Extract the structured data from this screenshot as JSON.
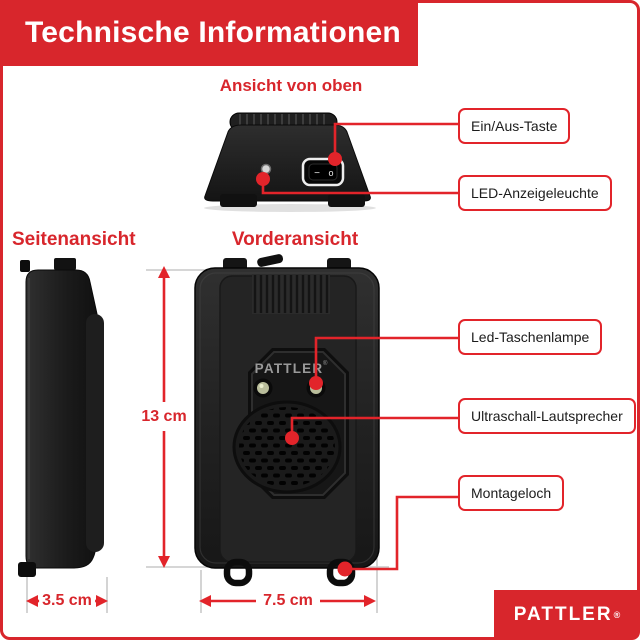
{
  "header": {
    "title": "Technische Informationen"
  },
  "views": {
    "top": {
      "heading": "Ansicht von oben"
    },
    "side": {
      "heading": "Seitenansicht"
    },
    "front": {
      "heading": "Vorderansicht"
    }
  },
  "callouts": {
    "power": "Ein/Aus-Taste",
    "led_indicator": "LED-Anzeigeleuchte",
    "flashlight": "Led-Taschenlampe",
    "speaker": "Ultraschall-Lautsprecher",
    "mounting": "Montageloch"
  },
  "dimensions": {
    "height": "13 cm",
    "depth": "3.5 cm",
    "width": "7.5 cm"
  },
  "device": {
    "brand": "PATTLER",
    "registered": "®",
    "switch_left": "−",
    "switch_right": "o"
  },
  "footer": {
    "brand": "PATTLER",
    "registered": "®"
  },
  "colors": {
    "banner_red": "#d8262c",
    "callout_red": "#e2242a",
    "extension_gray": "#c9c9c9"
  }
}
